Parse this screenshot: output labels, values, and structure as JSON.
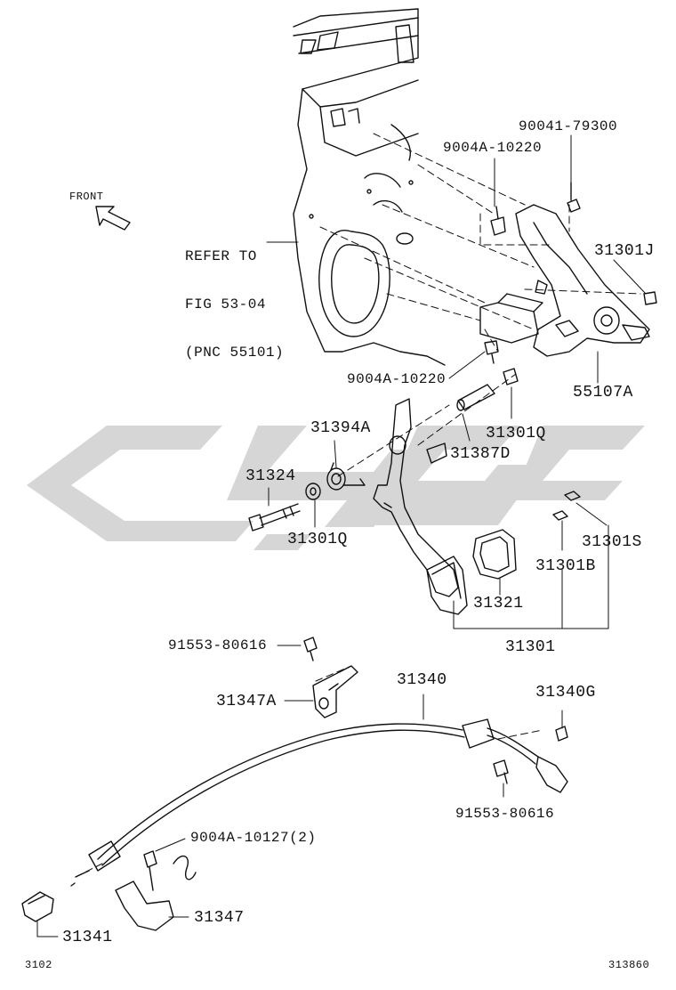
{
  "orientation": {
    "front_label": "FRONT"
  },
  "reference_note": {
    "lines": [
      "REFER TO",
      "FIG 53-04",
      "(PNC 55101)"
    ]
  },
  "part_labels": {
    "p90041_79300": "90041-79300",
    "p9004A_10220_top": "9004A-10220",
    "p31301J": "31301J",
    "p9004A_10220_mid": "9004A-10220",
    "p55107A": "55107A",
    "p31394A": "31394A",
    "p31301Q_right": "31301Q",
    "p31387D": "31387D",
    "p31324": "31324",
    "p31301Q_left": "31301Q",
    "p31301S": "31301S",
    "p31301B": "31301B",
    "p31321": "31321",
    "p31301": "31301",
    "p91553_80616_top": "91553-80616",
    "p31347A": "31347A",
    "p31340": "31340",
    "p31340G": "31340G",
    "p91553_80616_bottom": "91553-80616",
    "p9004A_10127": "9004A-10127(2)",
    "p31347": "31347",
    "p31341": "31341"
  },
  "footer": {
    "left_code": "3102",
    "right_code": "313860"
  },
  "colors": {
    "line": "#111111",
    "watermark": "#d6d6d6"
  }
}
